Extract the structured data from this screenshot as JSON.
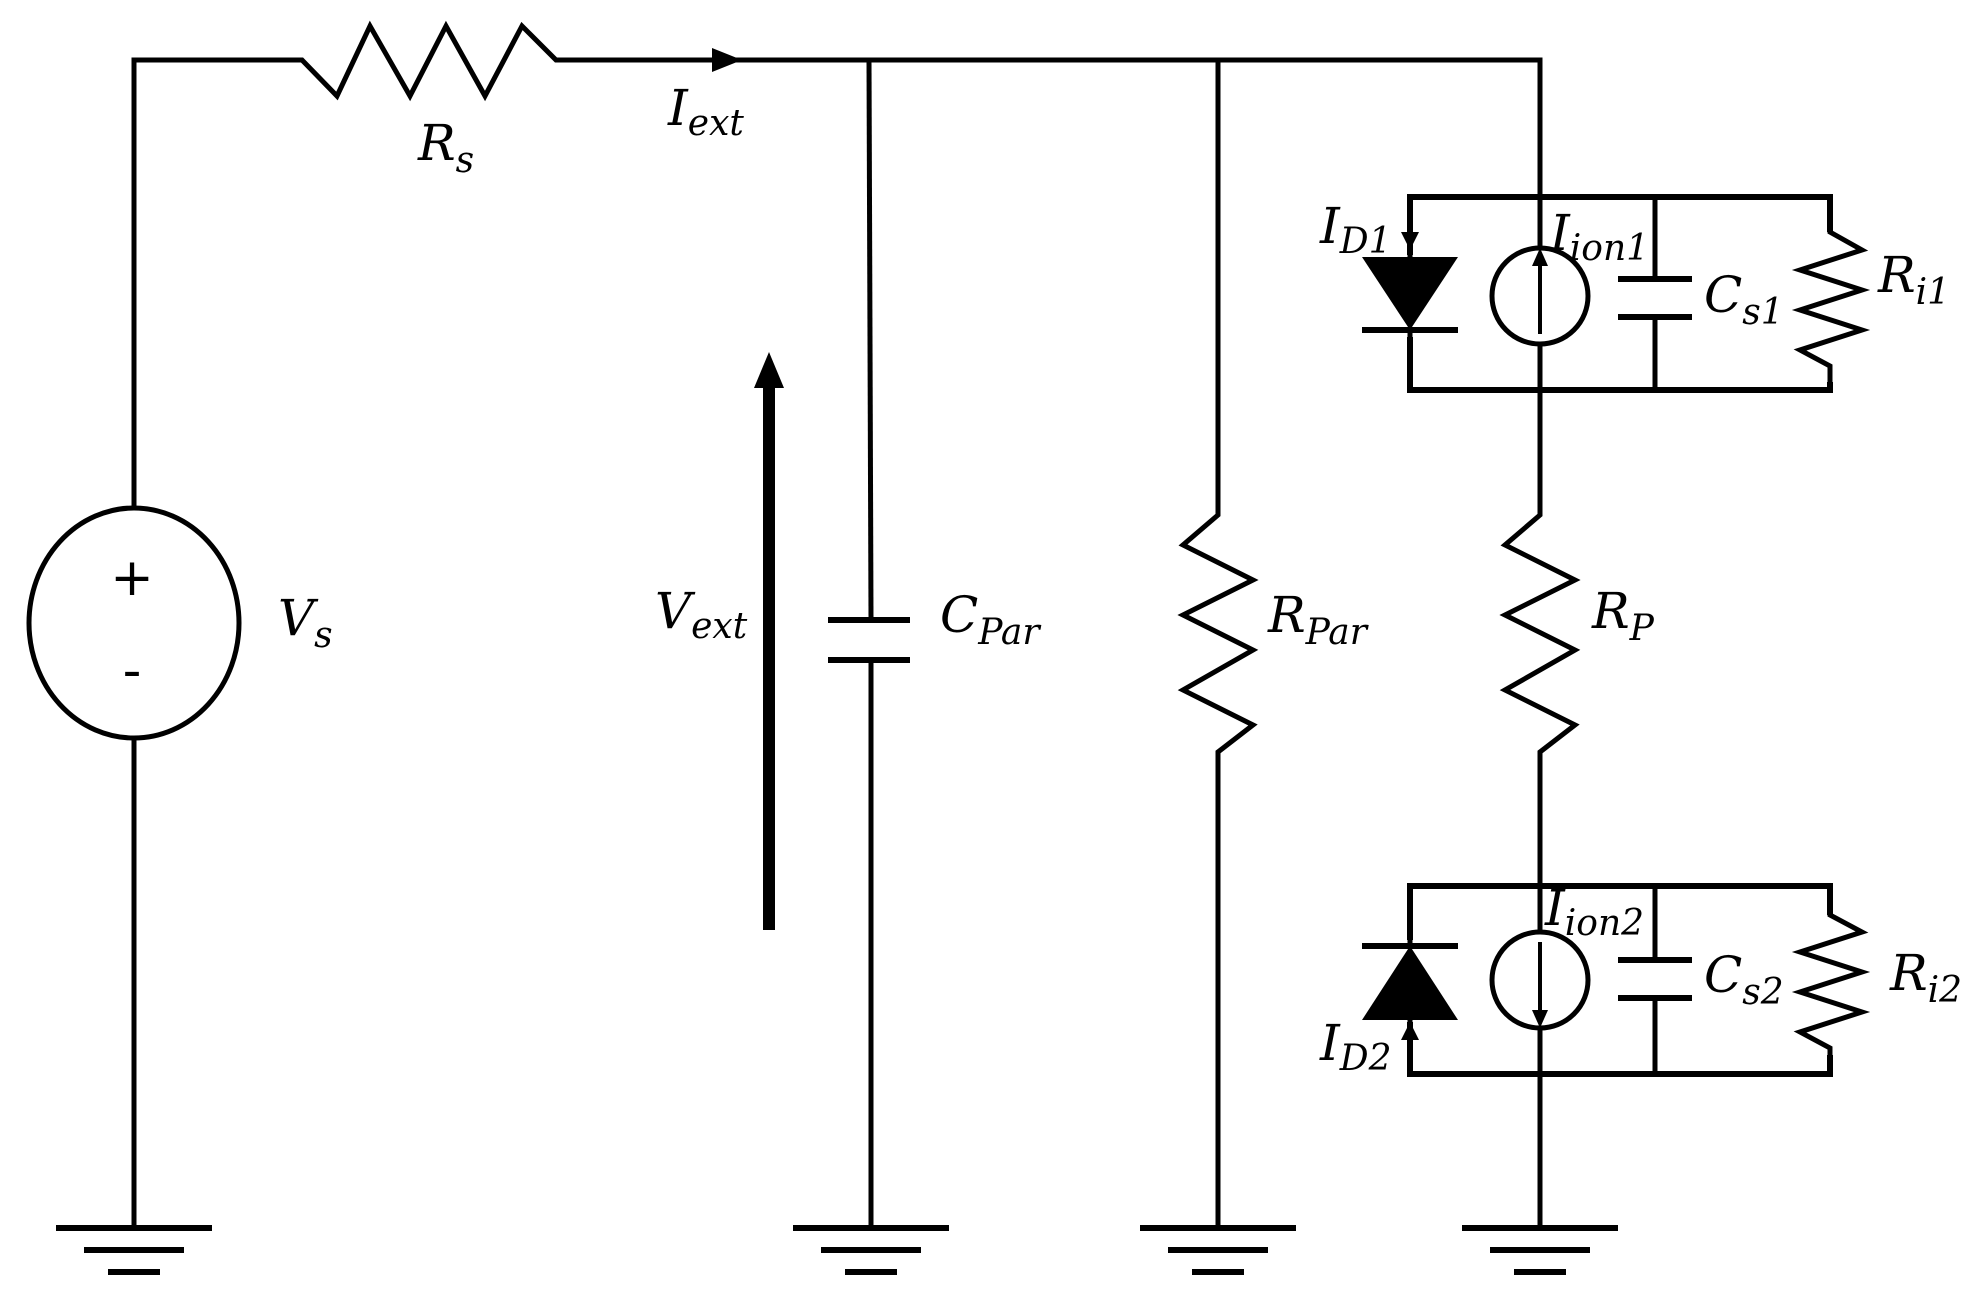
{
  "labels": {
    "rs": {
      "main": "R",
      "sub": "s"
    },
    "iext": {
      "main": "I",
      "sub": "ext"
    },
    "vs": {
      "main": "V",
      "sub": "s"
    },
    "vext": {
      "main": "V",
      "sub": "ext"
    },
    "cpar": {
      "main": "C",
      "sub": "Par"
    },
    "rpar": {
      "main": "R",
      "sub": "Par"
    },
    "rp": {
      "main": "R",
      "sub": "P"
    },
    "id1": {
      "main": "I",
      "sub": "D1"
    },
    "iion1": {
      "main": "I",
      "sub": "ion1"
    },
    "cs1": {
      "main": "C",
      "sub": "s1"
    },
    "ri1": {
      "main": "R",
      "sub": "i1"
    },
    "iion2": {
      "main": "I",
      "sub": "ion2"
    },
    "cs2": {
      "main": "C",
      "sub": "s2"
    },
    "ri2": {
      "main": "R",
      "sub": "i2"
    },
    "id2": {
      "main": "I",
      "sub": "D2"
    }
  },
  "source": {
    "plus": "+",
    "minus": "-"
  }
}
